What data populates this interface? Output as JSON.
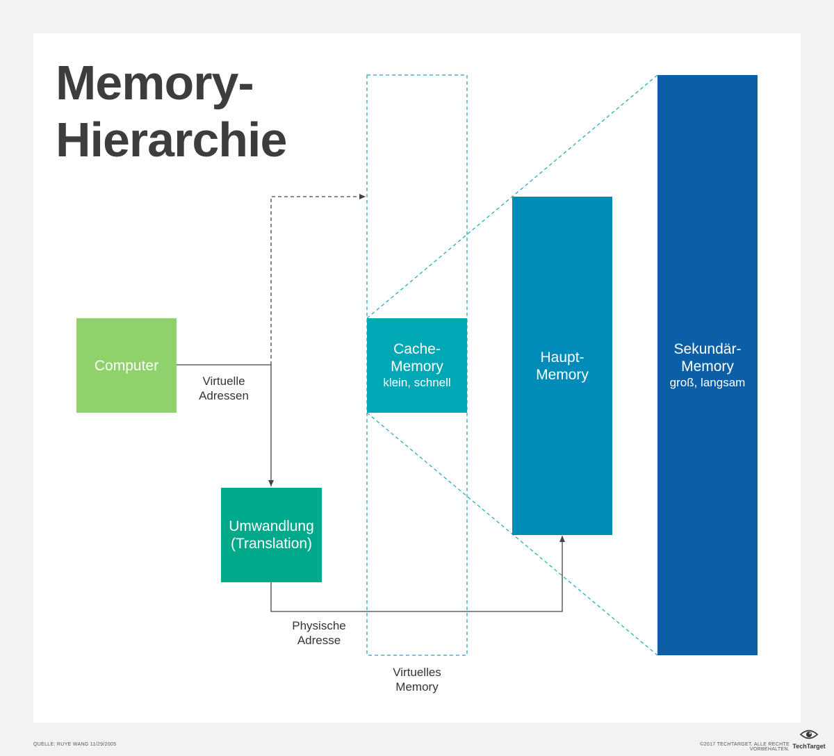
{
  "title": {
    "line1": "Memory-",
    "line2": "Hierarchie"
  },
  "nodes": {
    "computer": {
      "label": "Computer",
      "color": "#8fd16a"
    },
    "translation": {
      "line1": "Umwandlung",
      "line2": "(Translation)",
      "color": "#00a98a"
    },
    "cache": {
      "line1": "Cache-",
      "line2": "Memory",
      "sub": "klein, schnell",
      "color": "#00a7b5"
    },
    "main": {
      "line1": "Haupt-",
      "line2": "Memory",
      "color": "#008bb8"
    },
    "secondary": {
      "line1": "Sekundär-",
      "line2": "Memory",
      "sub": "groß, langsam",
      "color": "#0a5fa6"
    }
  },
  "edge_labels": {
    "virtual_addresses": {
      "line1": "Virtuelle",
      "line2": "Adressen"
    },
    "physical_address": {
      "line1": "Physische",
      "line2": "Adresse"
    },
    "virtual_memory": {
      "line1": "Virtuelles",
      "line2": "Memory"
    }
  },
  "footer": {
    "source": "QUELLE: RUYE WANG 11/29/2005",
    "copyright": "©2017 TECHTARGET. ALLE RECHTE VORBEHALTEN.",
    "brand": "TechTarget"
  },
  "colors": {
    "dashed_guides": "#1aa7b8",
    "arrows": "#444444",
    "title": "#3d3d3d"
  }
}
